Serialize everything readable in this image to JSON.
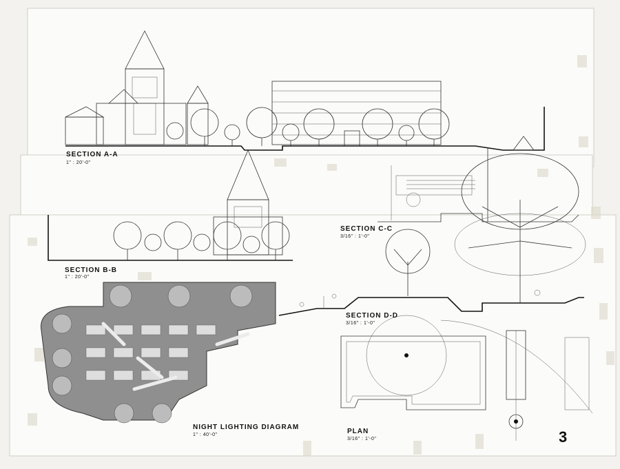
{
  "sheet": {
    "number": "3",
    "sections": {
      "aa": {
        "title": "SECTION A-A",
        "scale": "1\" : 20'-0\""
      },
      "bb": {
        "title": "SECTION B-B",
        "scale": "1\" : 20'-0\""
      },
      "cc": {
        "title": "SECTION C-C",
        "scale": "3/16\" : 1'-0\""
      },
      "dd": {
        "title": "SECTION D-D",
        "scale": "3/16\" : 1'-0\""
      },
      "night": {
        "title": "NIGHT LIGHTING DIAGRAM",
        "scale": "1\" : 40'-0\""
      },
      "plan": {
        "title": "PLAN",
        "scale": "3/16\" : 1'-0\""
      }
    }
  },
  "colors": {
    "ink": "#333333",
    "tone": "#8a8a8a",
    "paper": "#fbfbf9"
  }
}
